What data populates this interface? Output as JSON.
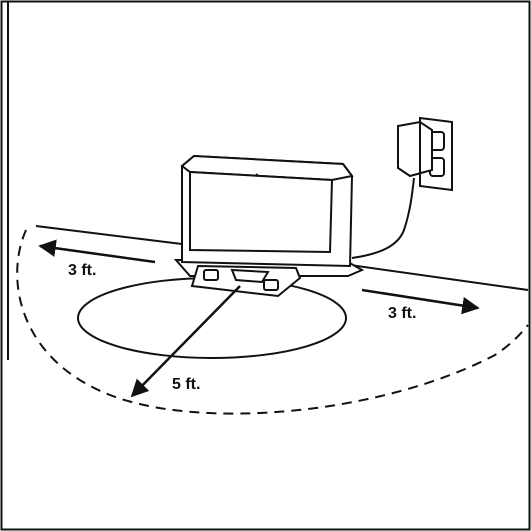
{
  "diagram": {
    "labels": {
      "left_clearance": "3 ft.",
      "right_clearance": "3 ft.",
      "front_clearance": "5 ft."
    },
    "colors": {
      "stroke": "#111111",
      "background": "#ffffff"
    },
    "icons": {
      "dock": "charging-dock-icon",
      "outlet": "wall-outlet-icon",
      "adapter": "power-adapter-icon"
    }
  }
}
